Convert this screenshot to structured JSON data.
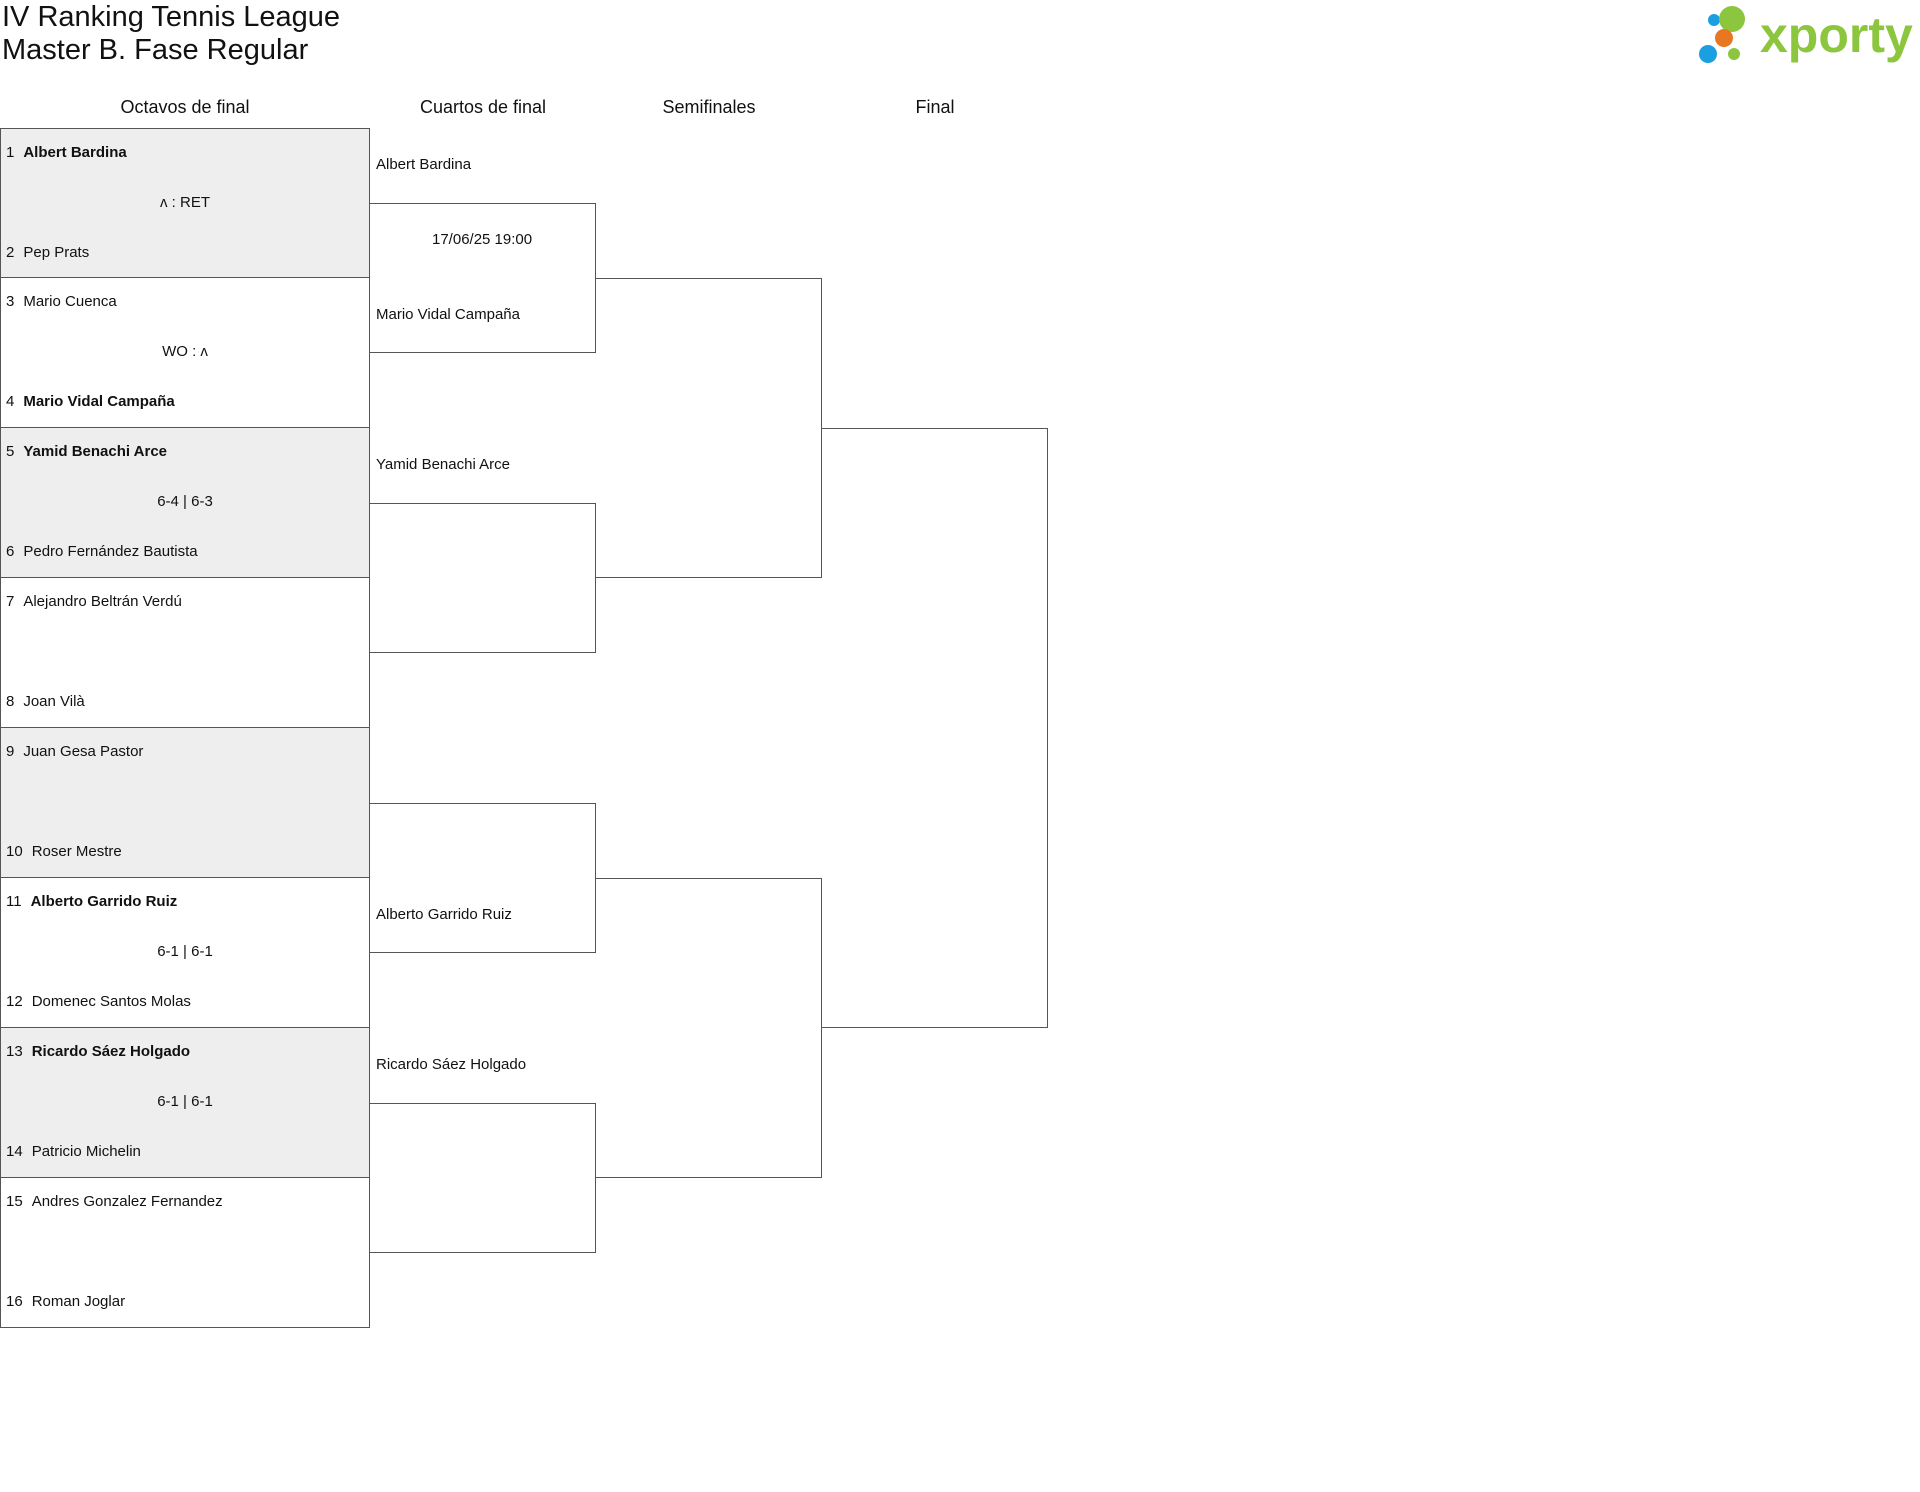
{
  "header": {
    "title_line1": "IV Ranking Tennis League",
    "title_line2": "Master B. Fase Regular",
    "logo_text": "xporty"
  },
  "colors": {
    "logo_green": "#8cc63f",
    "logo_blue": "#1aa0e0",
    "logo_orange": "#e87722",
    "shaded_row": "#eeeeee",
    "line": "#555555"
  },
  "rounds": [
    "Octavos de final",
    "Cuartos de final",
    "Semifinales",
    "Final"
  ],
  "round_of_16": [
    {
      "top": {
        "seed": "1",
        "name": "Albert Bardina",
        "winner": true
      },
      "score": "ʌ : RET",
      "bottom": {
        "seed": "2",
        "name": "Pep Prats",
        "winner": false
      }
    },
    {
      "top": {
        "seed": "3",
        "name": "Mario Cuenca",
        "winner": false
      },
      "score": "WO : ʌ",
      "bottom": {
        "seed": "4",
        "name": "Mario Vidal Campaña",
        "winner": true
      }
    },
    {
      "top": {
        "seed": "5",
        "name": "Yamid Benachi Arce",
        "winner": true
      },
      "score": "6-4 | 6-3",
      "bottom": {
        "seed": "6",
        "name": "Pedro Fernández Bautista",
        "winner": false
      }
    },
    {
      "top": {
        "seed": "7",
        "name": "Alejandro Beltrán Verdú",
        "winner": false
      },
      "score": "",
      "bottom": {
        "seed": "8",
        "name": "Joan Vilà",
        "winner": false
      }
    },
    {
      "top": {
        "seed": "9",
        "name": "Juan Gesa Pastor",
        "winner": false
      },
      "score": "",
      "bottom": {
        "seed": "10",
        "name": "Roser Mestre",
        "winner": false
      }
    },
    {
      "top": {
        "seed": "11",
        "name": "Alberto Garrido Ruiz",
        "winner": true
      },
      "score": "6-1 | 6-1",
      "bottom": {
        "seed": "12",
        "name": "Domenec Santos Molas",
        "winner": false
      }
    },
    {
      "top": {
        "seed": "13",
        "name": "Ricardo Sáez Holgado",
        "winner": true
      },
      "score": "6-1 | 6-1",
      "bottom": {
        "seed": "14",
        "name": "Patricio Michelin",
        "winner": false
      }
    },
    {
      "top": {
        "seed": "15",
        "name": "Andres Gonzalez Fernandez",
        "winner": false
      },
      "score": "",
      "bottom": {
        "seed": "16",
        "name": "Roman Joglar",
        "winner": false
      }
    }
  ],
  "quarterfinals": [
    {
      "top": "Albert Bardina",
      "bottom": "Mario Vidal Campaña",
      "date": "17/06/25 19:00"
    },
    {
      "top": "Yamid Benachi Arce",
      "bottom": "",
      "date": ""
    },
    {
      "top": "",
      "bottom": "Alberto Garrido Ruiz",
      "date": ""
    },
    {
      "top": "Ricardo Sáez Holgado",
      "bottom": "",
      "date": ""
    }
  ]
}
